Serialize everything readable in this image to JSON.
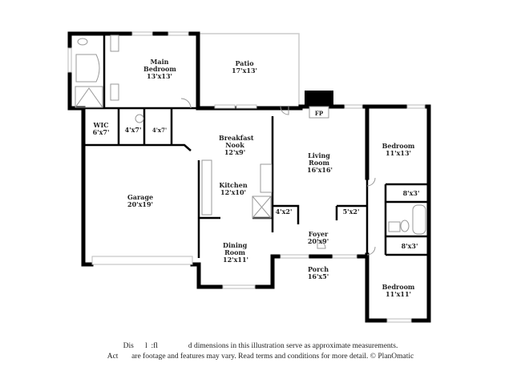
{
  "rooms": {
    "main_bedroom": {
      "name": "Main Bedroom",
      "dim": "13'x13'"
    },
    "patio": {
      "name": "Patio",
      "dim": "17'x13'"
    },
    "wic": {
      "name": "WIC",
      "dim": "6'x7'"
    },
    "closet_a": {
      "dim": "4'x7'"
    },
    "closet_b": {
      "dim": "4'x7'"
    },
    "breakfast_nook": {
      "name": "Breakfast Nook",
      "dim": "12'x9'"
    },
    "living_room": {
      "name": "Living Room",
      "dim": "16'x16'"
    },
    "bedroom_1": {
      "name": "Bedroom",
      "dim": "11'x13'"
    },
    "closet_c": {
      "dim": "8'x3'"
    },
    "closet_d": {
      "dim": "8'x3'"
    },
    "garage": {
      "name": "Garage",
      "dim": "20'x19'"
    },
    "kitchen": {
      "name": "Kitchen",
      "dim": "12'x10'"
    },
    "closet_e": {
      "dim": "4'x2'"
    },
    "closet_f": {
      "dim": "5'x2'"
    },
    "foyer": {
      "name": "Foyer",
      "dim": "20'x9'"
    },
    "dining_room": {
      "name": "Dining Room",
      "dim": "12'x11'"
    },
    "porch": {
      "name": "Porch",
      "dim": "16'x5'"
    },
    "bedroom_2": {
      "name": "Bedroom",
      "dim": "11'x11'"
    },
    "fireplace": {
      "name": "FP"
    }
  },
  "disclaimer": {
    "line1": "Dis      l  :fl                d dimensions in this illustration serve as approximate measurements.",
    "line2": "Act       are footage and features may vary. Read terms and conditions for more detail. © PlanOmatic"
  }
}
